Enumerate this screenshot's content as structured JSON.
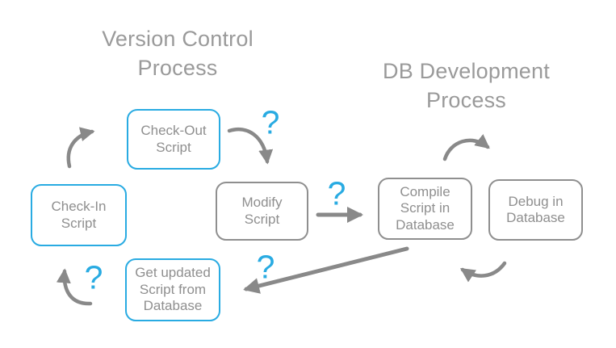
{
  "diagram": {
    "titles": {
      "left": "Version Control\nProcess",
      "right": "DB Development\nProcess"
    },
    "boxes": [
      {
        "id": "check-out",
        "label": "Check-Out\nScript",
        "border": "blue"
      },
      {
        "id": "check-in",
        "label": "Check-In\nScript",
        "border": "blue"
      },
      {
        "id": "modify",
        "label": "Modify\nScript",
        "border": "gray"
      },
      {
        "id": "compile",
        "label": "Compile\nScript in\nDatabase",
        "border": "gray"
      },
      {
        "id": "debug",
        "label": "Debug in\nDatabase",
        "border": "gray"
      },
      {
        "id": "get-updated",
        "label": "Get updated\nScript from\nDatabase",
        "border": "blue"
      }
    ],
    "question_mark": "?",
    "colors": {
      "accent_blue": "#29abe2",
      "arrow_gray": "#898989",
      "text_gray": "#8f8f8f",
      "title_gray": "#9a9a9a"
    }
  }
}
